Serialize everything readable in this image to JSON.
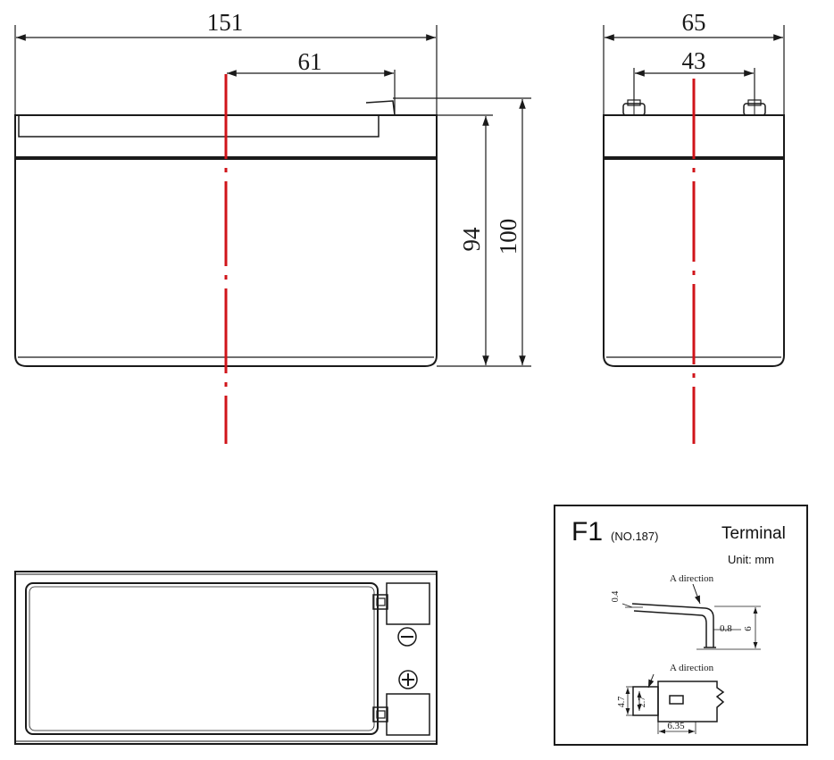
{
  "front_view": {
    "width_label": "151",
    "terminal_offset_label": "61",
    "height_case_label": "94",
    "height_total_label": "100"
  },
  "side_view": {
    "depth_label": "65",
    "terminal_spacing_label": "43"
  },
  "terminal_box": {
    "code": "F1",
    "code_number": "(NO.187)",
    "title": "Terminal",
    "unit": "Unit: mm",
    "direction_label_1": "A direction",
    "direction_label_2": "A direction",
    "dim_thickness": "0.4",
    "dim_bend": "0.8",
    "dim_height": "6",
    "dim_width_outer": "4.7",
    "dim_width_inner": "2.7",
    "dim_length": "6.35"
  },
  "colors": {
    "line": "#1a1a1a",
    "center_line": "#d0141a"
  }
}
